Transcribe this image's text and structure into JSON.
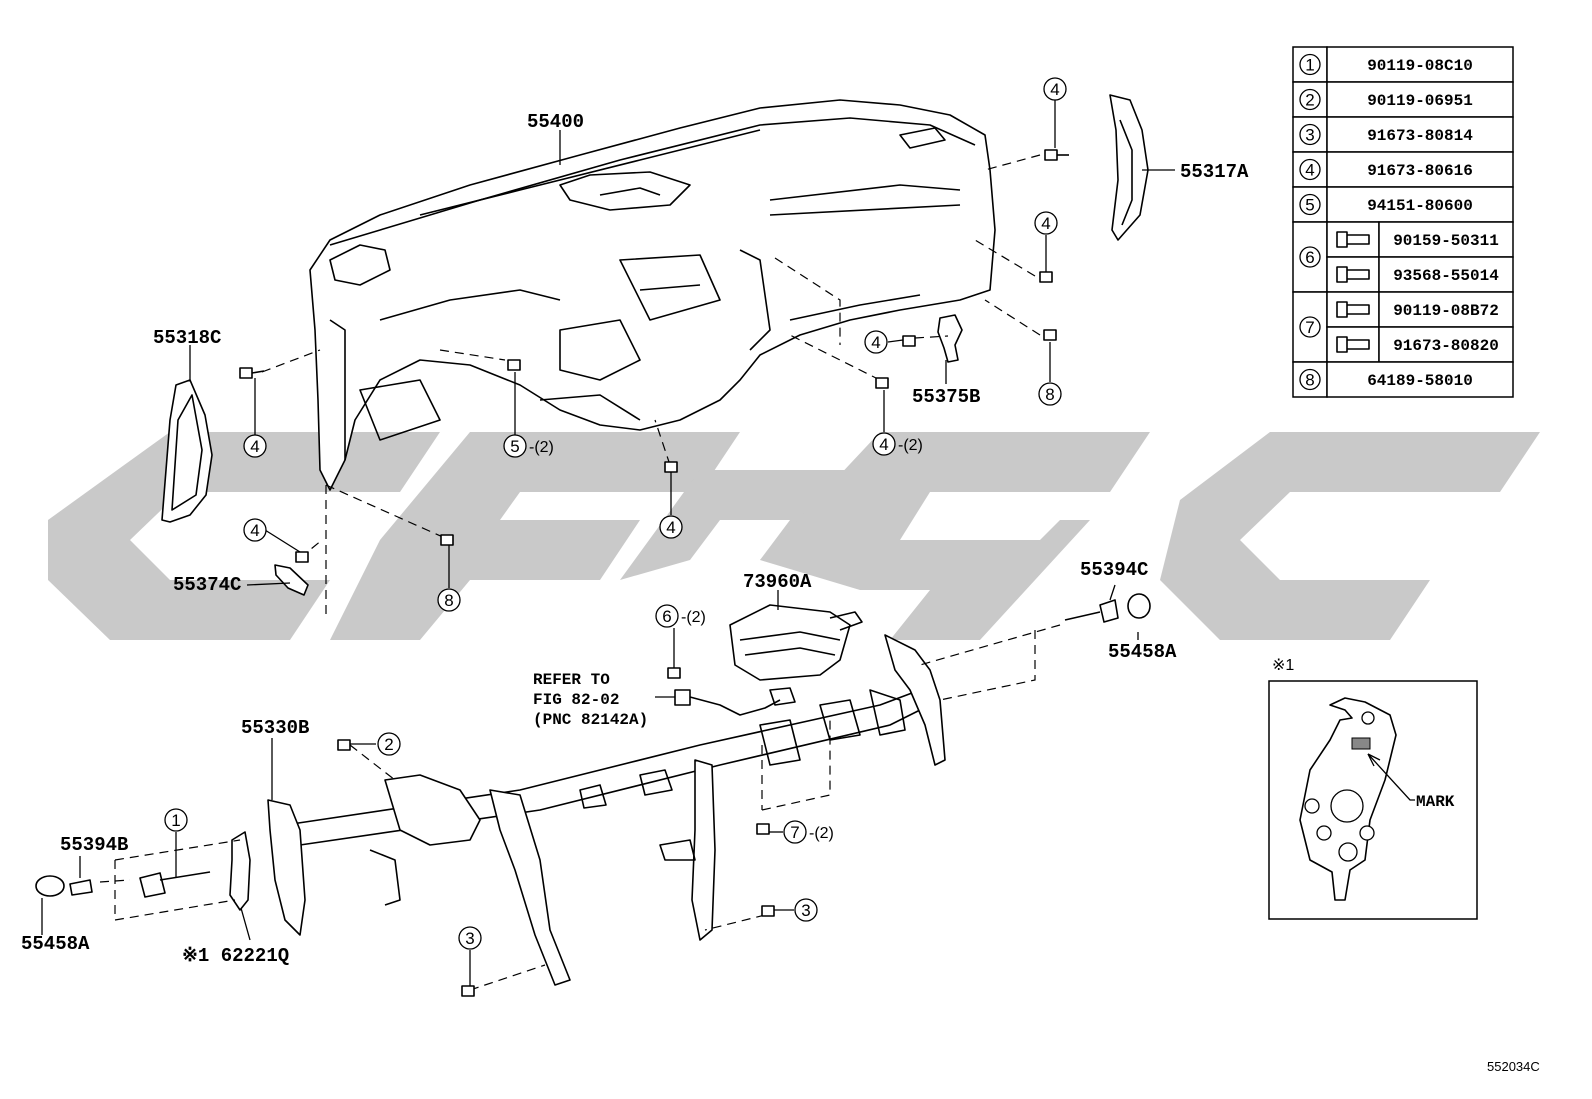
{
  "part_labels": {
    "p55400": "55400",
    "p55317A": "55317A",
    "p55318C": "55318C",
    "p55375B": "55375B",
    "p55374C": "55374C",
    "p73960A": "73960A",
    "p55394C": "55394C",
    "p55458A_right": "55458A",
    "p55330B": "55330B",
    "p55394B": "55394B",
    "p55458A_left": "55458A",
    "p62221Q": "※1 62221Q"
  },
  "callouts": {
    "c4a": "4",
    "c4b": "4",
    "c4c": "4",
    "c4d": "4",
    "c4e": "4",
    "c4f": "4",
    "c4g": "4",
    "c4h": "4",
    "c5": "5",
    "c8a": "8",
    "c8b": "8",
    "c6": "6",
    "c2": "2",
    "c7": "7",
    "c1": "1",
    "c3a": "3",
    "c3b": "3"
  },
  "quantities": {
    "q5": "-(2)",
    "q4": "-(2)",
    "q6": "-(2)",
    "q7": "-(2)"
  },
  "refer": {
    "line1": "REFER TO",
    "line2": "FIG 82-02",
    "line3": "(PNC 82142A)"
  },
  "inset": {
    "title": "※1",
    "mark_label": "MARK"
  },
  "fastener_table": [
    {
      "no": "1",
      "codes": [
        "90119-08C10"
      ]
    },
    {
      "no": "2",
      "codes": [
        "90119-06951"
      ]
    },
    {
      "no": "3",
      "codes": [
        "91673-80814"
      ]
    },
    {
      "no": "4",
      "codes": [
        "91673-80616"
      ]
    },
    {
      "no": "5",
      "codes": [
        "94151-80600"
      ]
    },
    {
      "no": "6",
      "codes": [
        "90159-50311",
        "93568-55014"
      ]
    },
    {
      "no": "7",
      "codes": [
        "90119-08B72",
        "91673-80820"
      ]
    },
    {
      "no": "8",
      "codes": [
        "64189-58010"
      ]
    }
  ],
  "diagram_code": "552034C"
}
